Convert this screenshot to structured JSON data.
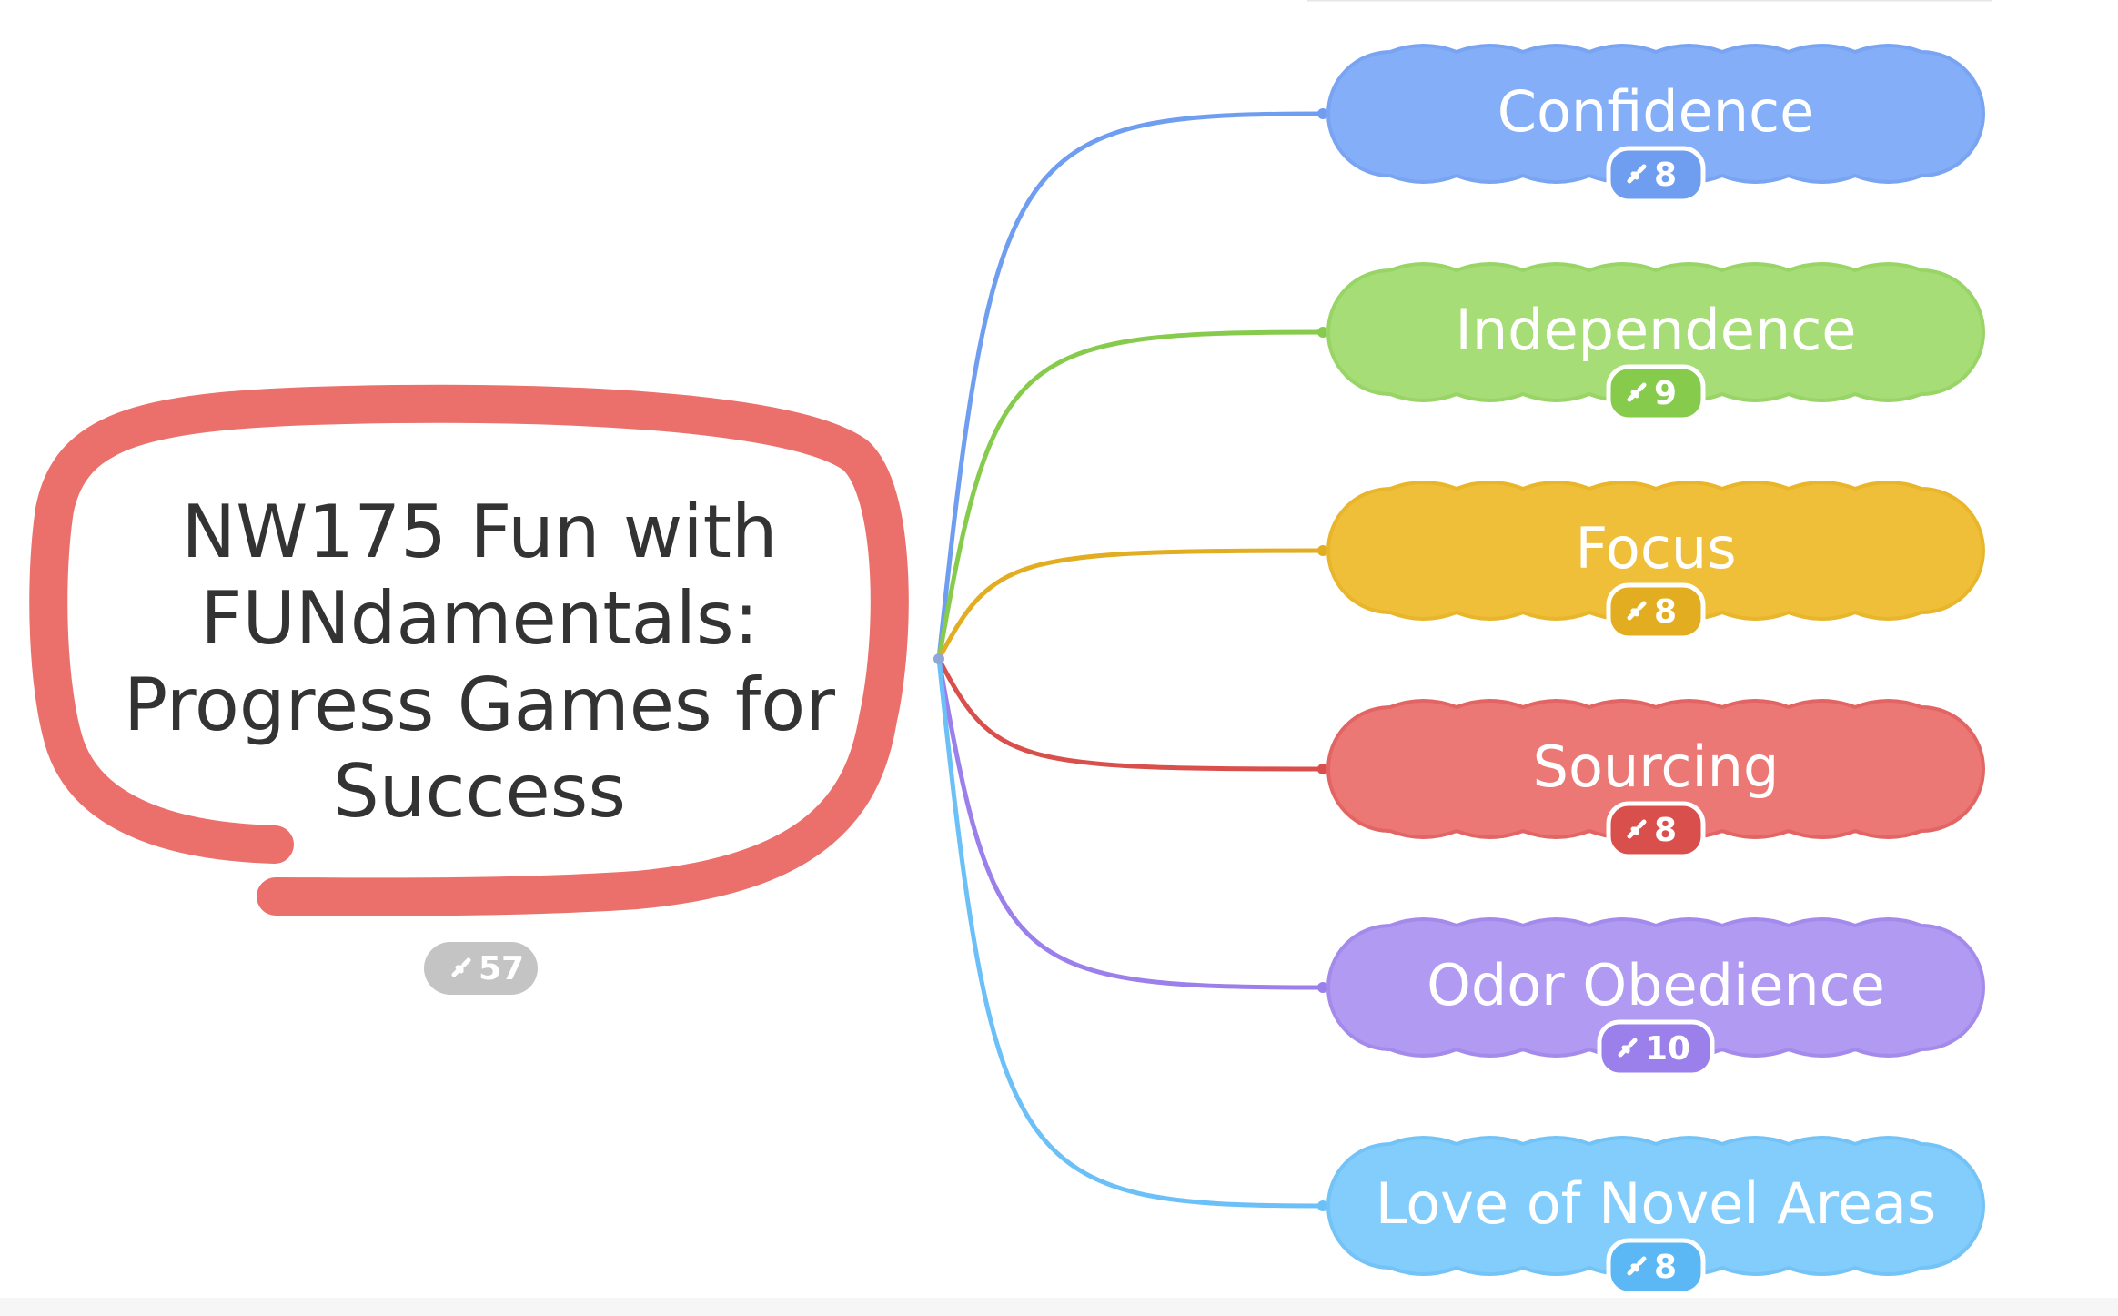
{
  "root": {
    "title_lines": [
      "NW175 Fun with",
      "FUNdamentals:",
      "Progress Games for",
      "Success"
    ],
    "count": "57",
    "color": "#eb6f6b",
    "badge_color": "#c4c4c4"
  },
  "topics": [
    {
      "label": "Confidence",
      "count": "8",
      "fill": "#84aef8",
      "stroke": "#79a4f2",
      "badge": "#6f9df0",
      "line": "#6f9df0"
    },
    {
      "label": "Independence",
      "count": "9",
      "fill": "#a7dd76",
      "stroke": "#98d466",
      "badge": "#86cb4c",
      "line": "#86cb4c"
    },
    {
      "label": "Focus",
      "count": "8",
      "fill": "#f0bf3a",
      "stroke": "#e8b52b",
      "badge": "#e3ad22",
      "line": "#e3ad22"
    },
    {
      "label": "Sourcing",
      "count": "8",
      "fill": "#ec7876",
      "stroke": "#e26563",
      "badge": "#d94f4c",
      "line": "#d94f4c"
    },
    {
      "label": "Odor Obedience",
      "count": "10",
      "fill": "#b19af1",
      "stroke": "#a48aeb",
      "badge": "#9b7feb",
      "line": "#9b7feb"
    },
    {
      "label": "Love of Novel Areas",
      "count": "8",
      "fill": "#82cdfb",
      "stroke": "#74c3f6",
      "badge": "#5cb8f5",
      "line": "#6cc0f8"
    }
  ]
}
